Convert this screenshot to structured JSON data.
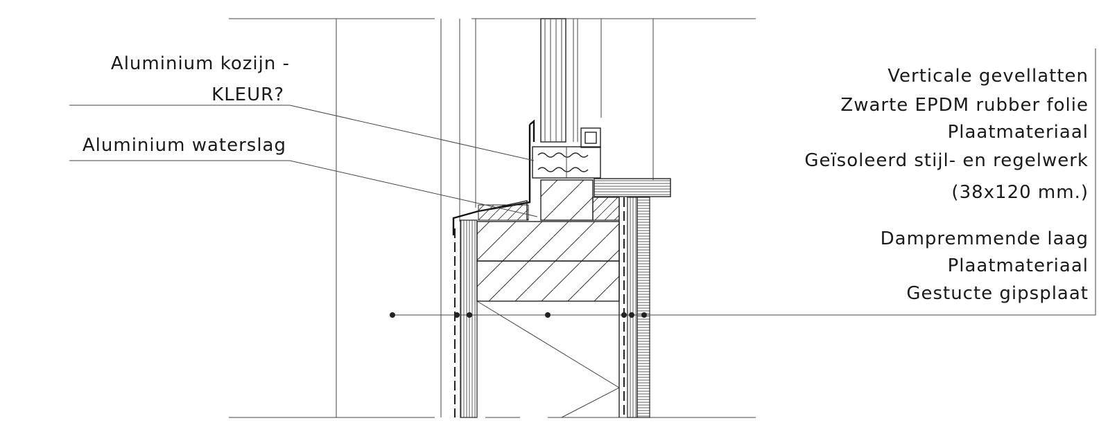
{
  "labels_left": [
    {
      "id": "kozijn",
      "lines": [
        "Aluminium kozijn -",
        "KLEUR?"
      ]
    },
    {
      "id": "waterslag",
      "lines": [
        "Aluminium waterslag"
      ]
    }
  ],
  "labels_right": {
    "group1": [
      "Verticale gevellatten",
      "Zwarte EPDM rubber folie",
      "Plaatmateriaal",
      "Geïsoleerd stijl- en regelwerk",
      "(38x120 mm.)"
    ],
    "group2": [
      "Dampremmende laag",
      "Plaatmateriaal",
      "Gestucte gipsplaat"
    ]
  }
}
